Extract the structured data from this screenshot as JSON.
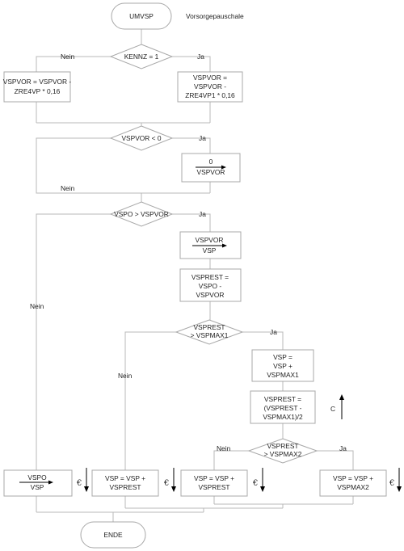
{
  "start": {
    "label": "UMVSP",
    "caption": "Vorsorgepauschale"
  },
  "end": {
    "label": "ENDE"
  },
  "decisions": {
    "kennz": "KENNZ = 1",
    "vspvor_lt0": "VSPVOR < 0",
    "vspo_gt": "VSPO > VSPVOR",
    "vsprest_gt1": [
      "VSPREST",
      "> VSPMAX1"
    ],
    "vsprest_gt2": [
      "VSPREST",
      "> VSPMAX2"
    ]
  },
  "branch": {
    "yes": "Ja",
    "no": "Nein"
  },
  "boxes": {
    "kennz_no": [
      "VSPVOR = VSPVOR -",
      "ZRE4VP * 0,16"
    ],
    "kennz_yes": [
      "VSPVOR =",
      "VSPVOR -",
      "ZRE4VP1 * 0,16"
    ],
    "assign_zero": [
      "0",
      "VSPVOR"
    ],
    "vspvor_to_vsp": [
      "VSPVOR",
      "VSP"
    ],
    "vsprest_calc": [
      "VSPREST =",
      "VSPO -",
      "VSPVOR"
    ],
    "vsp_plus_max1": [
      "VSP =",
      "VSP +",
      "VSPMAX1"
    ],
    "vsprest_half": [
      "VSPREST =",
      "(VSPREST -",
      "VSPMAX1)/2"
    ],
    "vspo_to_vsp": [
      "VSPO",
      "VSP"
    ],
    "vsp_plus_vsprest_a": [
      "VSP = VSP +",
      "VSPREST"
    ],
    "vsp_plus_vsprest_b": [
      "VSP = VSP +",
      "VSPREST"
    ],
    "vsp_plus_max2": [
      "VSP = VSP +",
      "VSPMAX2"
    ]
  },
  "markers": {
    "euro": "€",
    "c": "C"
  }
}
